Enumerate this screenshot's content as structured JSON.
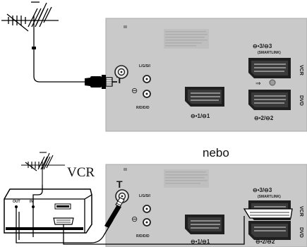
{
  "separator_word": "nebo",
  "vcr_label": "VCR",
  "antenna_symbol": "T",
  "ports": {
    "av_label": "L/G/S/I",
    "av_label_2": "R/D/D/D",
    "scart1": "⊖•1/⊖1",
    "scart2": "⊖•2/⊖2",
    "scart3": "⊖•3/⊖3",
    "smartlink": "(SMARTLINK)",
    "side_vcr": "VCR",
    "side_dvd": "DVD"
  },
  "vcr_jacks": {
    "out": "OUT",
    "in": "IN"
  },
  "colors": {
    "panel": "#c9c9c9",
    "panel_edge": "#a9a9a9",
    "scart_dark": "#1f1f1f",
    "cable": "#000000"
  }
}
